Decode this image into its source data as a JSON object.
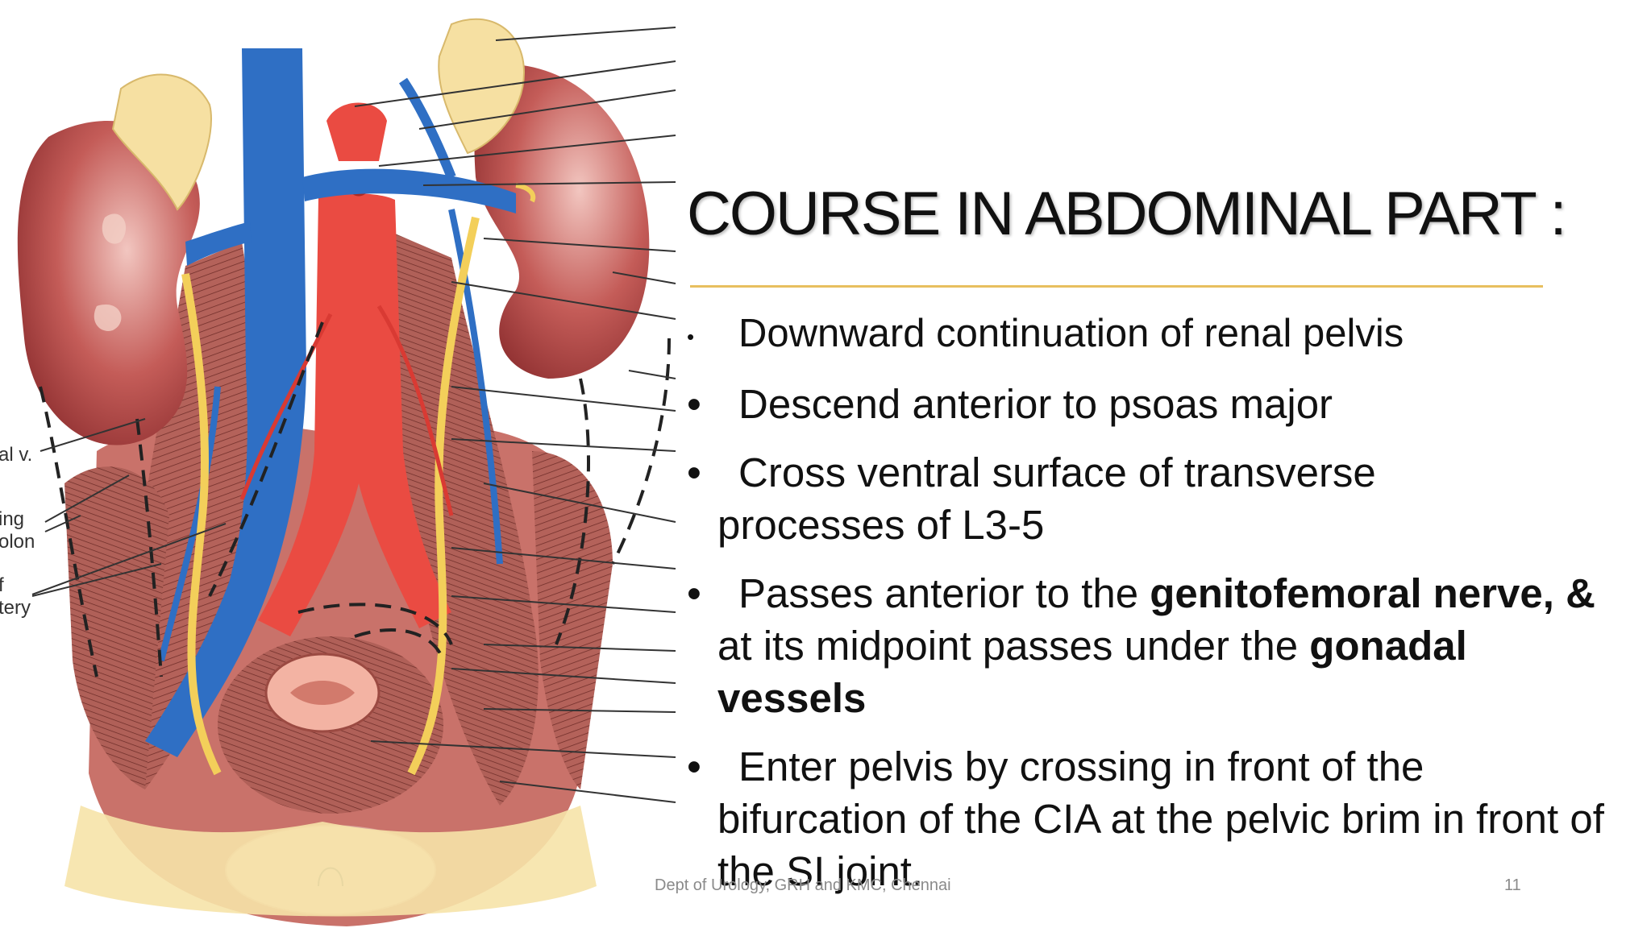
{
  "slide": {
    "title": "COURSE IN ABDOMINAL PART :",
    "bullets": [
      {
        "text": "Downward continuation of renal pelvis"
      },
      {
        "text": "Descend anterior to psoas major"
      },
      {
        "line1": "Cross ventral surface of transverse",
        "line2": "processes of L3-5"
      },
      {
        "pre": "Passes anterior to the ",
        "bold1": "genitofemoral nerve, &",
        "mid": " at its midpoint passes under the ",
        "bold2": "gonadal vessels"
      },
      {
        "text": "Enter  pelvis  by crossing in front of the bifurcation of the CIA at the pelvic brim in front of the SI joint."
      }
    ],
    "footer": "Dept of Urology, GRH and KMC, Chennai",
    "page_number": "11",
    "bullet_glyph": "•"
  },
  "figure": {
    "label_fragments": [
      "al v.",
      "ing",
      "olon",
      "f",
      "tery"
    ]
  },
  "colors": {
    "accent_rule": "#e8bf5f",
    "artery": "#e8473f",
    "vein": "#2f6fc4",
    "kidney": "#b94a4a",
    "ureter": "#f3cf5a",
    "adrenal": "#f6e0a2"
  }
}
